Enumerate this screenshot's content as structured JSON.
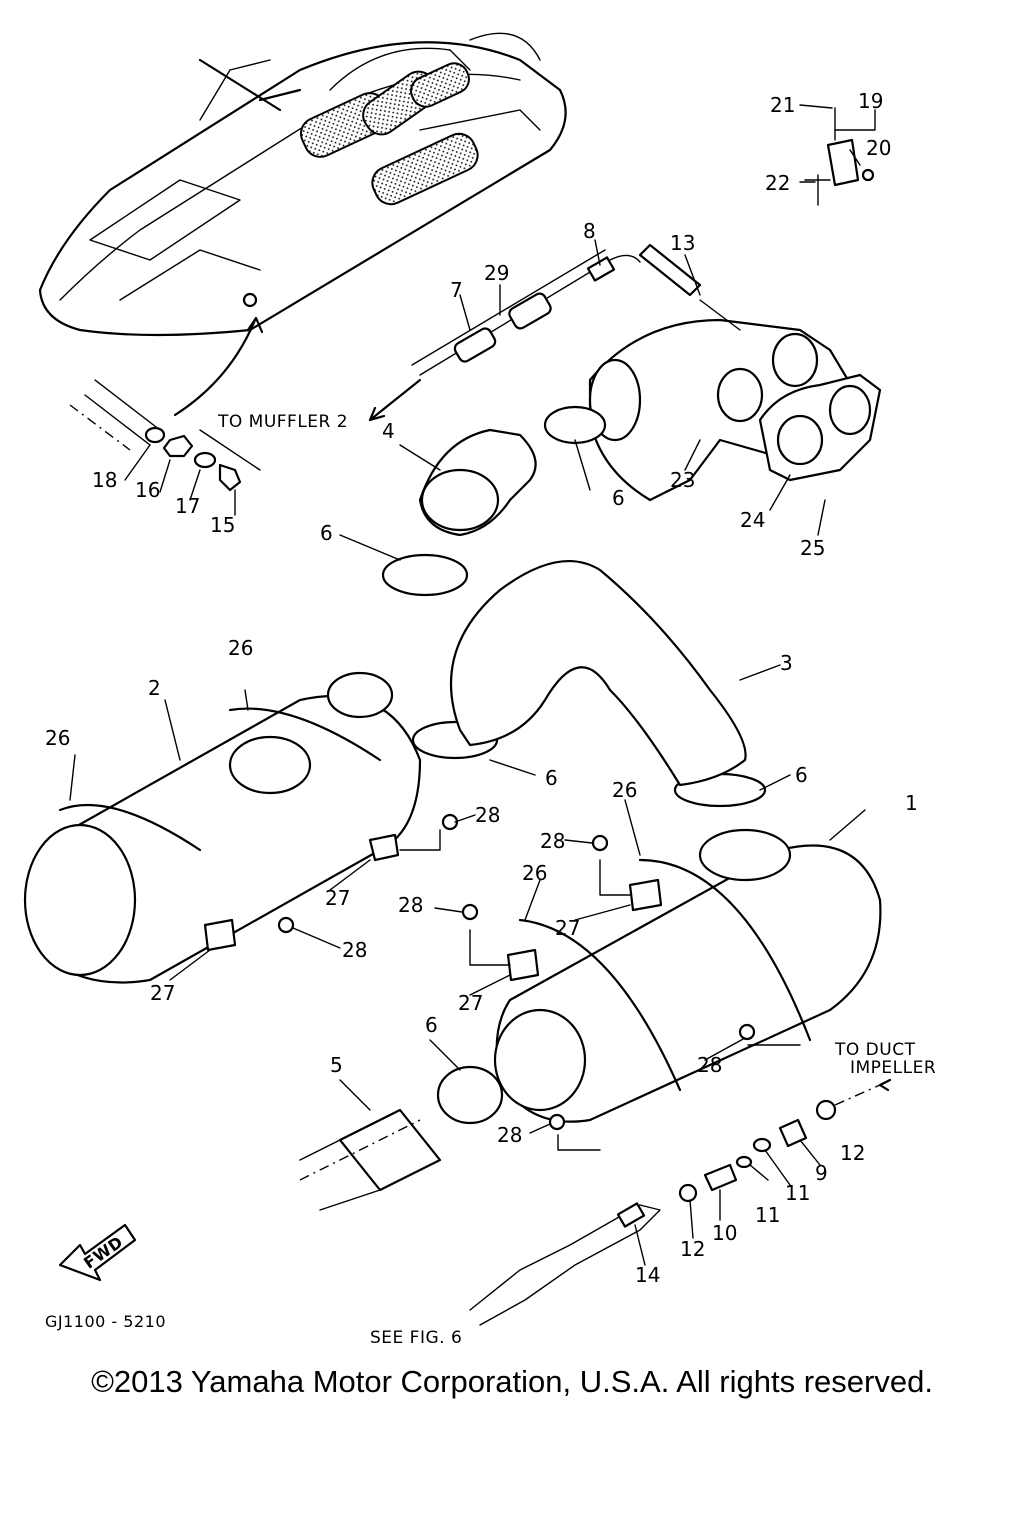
{
  "diagram": {
    "callouts": [
      "1",
      "2",
      "3",
      "4",
      "5",
      "6",
      "7",
      "8",
      "9",
      "10",
      "11",
      "12",
      "13",
      "14",
      "15",
      "16",
      "17",
      "18",
      "19",
      "20",
      "21",
      "22",
      "23",
      "24",
      "25",
      "26",
      "27",
      "28",
      "29"
    ],
    "notes": {
      "to_muffler": "TO MUFFLER 2",
      "to_duct_line1": "TO DUCT",
      "to_duct_line2": "IMPELLER",
      "see_fig": "SEE FIG. 6",
      "fwd": "FWD"
    },
    "drawing_code": "GJ1100 - 5210"
  },
  "footer": {
    "copyright": "©2013 Yamaha Motor Corporation, U.S.A. All rights reserved."
  }
}
